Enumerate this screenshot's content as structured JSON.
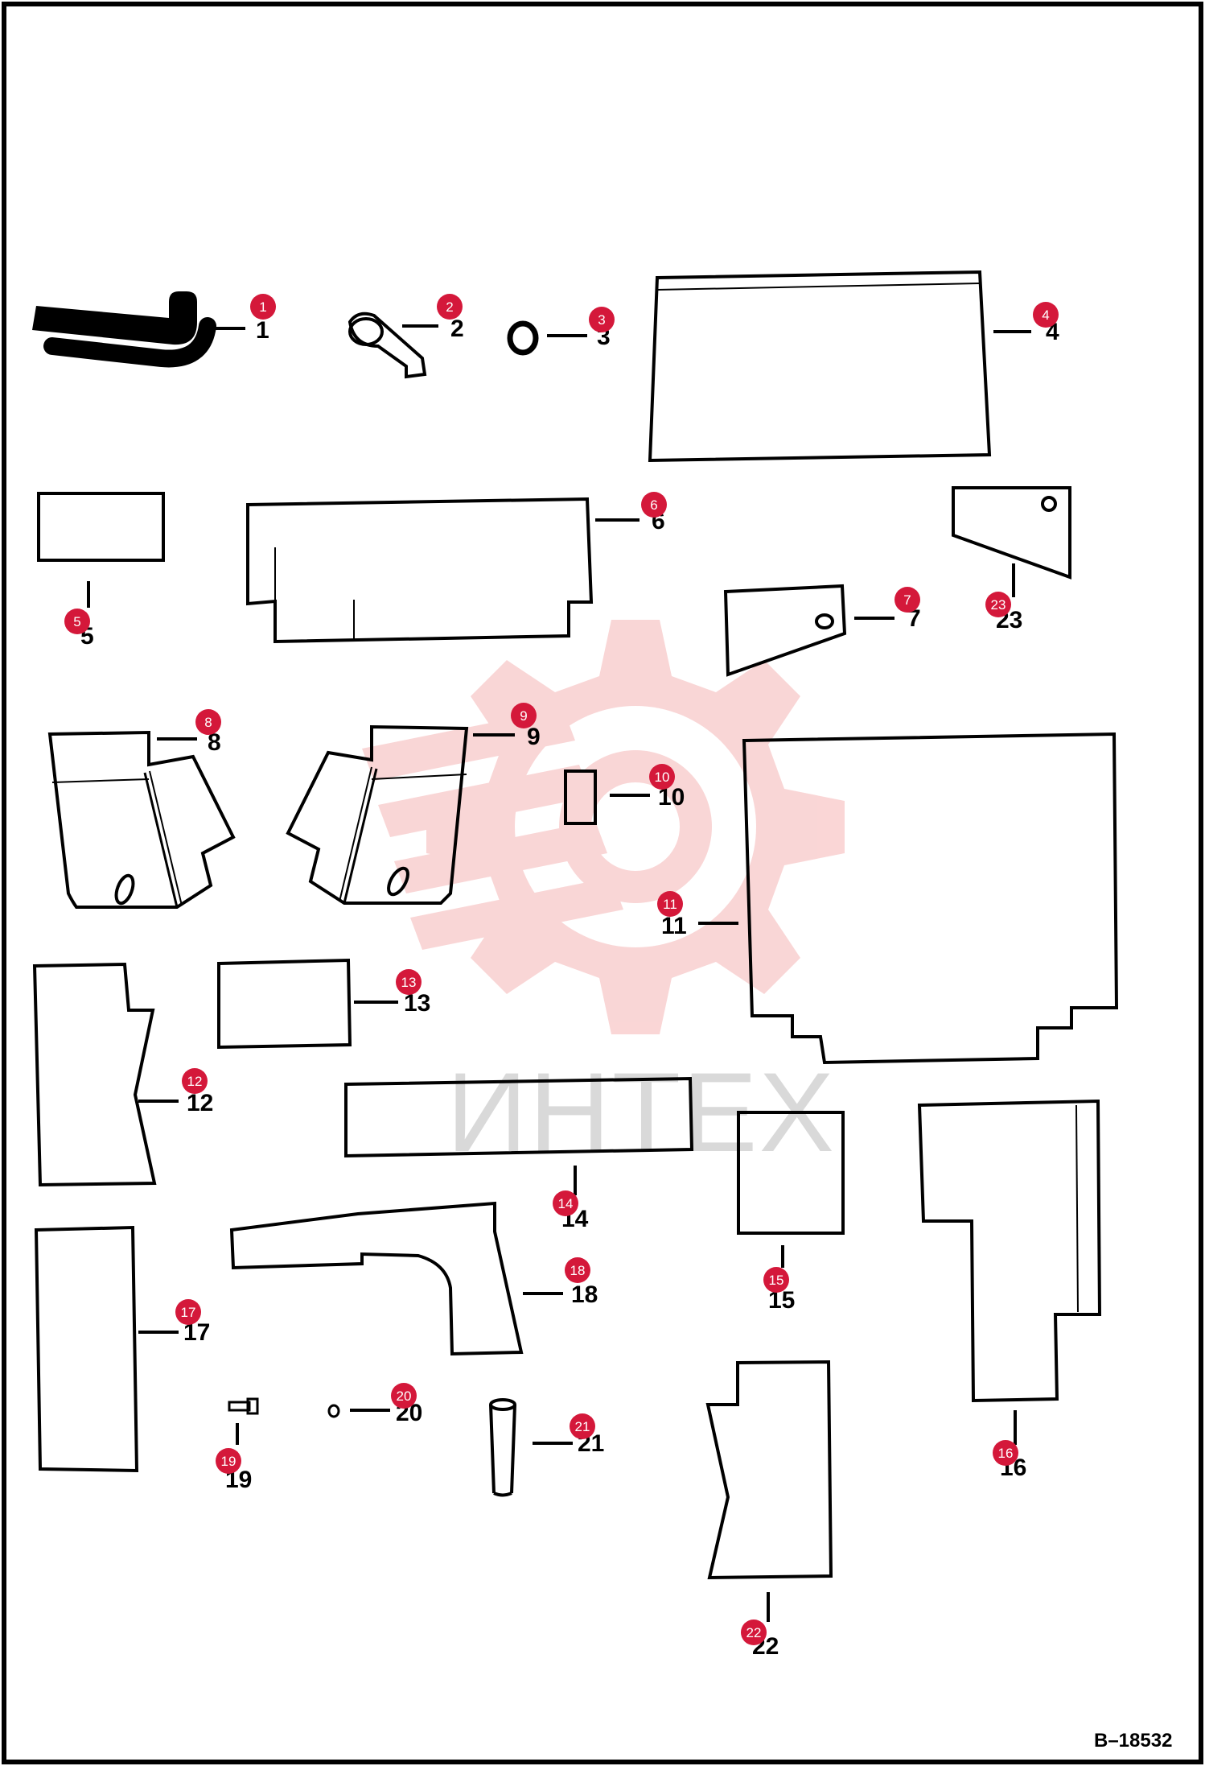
{
  "drawing_id": "B–18532",
  "watermark": {
    "text": "ИНТЕХ",
    "color": "#f7c4c4"
  },
  "accent_color": "#d4183a",
  "parts": [
    {
      "id": "1",
      "label": "1",
      "callout": "1"
    },
    {
      "id": "2",
      "label": "2",
      "callout": "2"
    },
    {
      "id": "3",
      "label": "3",
      "callout": "3"
    },
    {
      "id": "4",
      "label": "4",
      "callout": "4"
    },
    {
      "id": "5",
      "label": "5",
      "callout": "5"
    },
    {
      "id": "6",
      "label": "6",
      "callout": "6"
    },
    {
      "id": "7",
      "label": "7",
      "callout": "7"
    },
    {
      "id": "8",
      "label": "8",
      "callout": "8"
    },
    {
      "id": "9",
      "label": "9",
      "callout": "9"
    },
    {
      "id": "10",
      "label": "10",
      "callout": "10"
    },
    {
      "id": "11",
      "label": "11",
      "callout": "11"
    },
    {
      "id": "12",
      "label": "12",
      "callout": "12"
    },
    {
      "id": "13",
      "label": "13",
      "callout": "13"
    },
    {
      "id": "14",
      "label": "14",
      "callout": "14"
    },
    {
      "id": "15",
      "label": "15",
      "callout": "15"
    },
    {
      "id": "16",
      "label": "16",
      "callout": "16"
    },
    {
      "id": "17",
      "label": "17",
      "callout": "17"
    },
    {
      "id": "18",
      "label": "18",
      "callout": "18"
    },
    {
      "id": "19",
      "label": "19",
      "callout": "19"
    },
    {
      "id": "20",
      "label": "20",
      "callout": "20"
    },
    {
      "id": "21",
      "label": "21",
      "callout": "21"
    },
    {
      "id": "22",
      "label": "22",
      "callout": "22"
    },
    {
      "id": "23",
      "label": "23",
      "callout": "23"
    }
  ]
}
